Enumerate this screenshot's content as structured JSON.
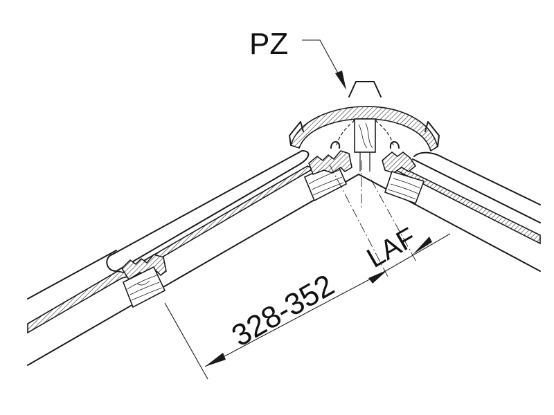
{
  "labels": {
    "ridge_tile": "PZ",
    "batten_spacing": "LAF",
    "dimension": "328-352"
  }
}
